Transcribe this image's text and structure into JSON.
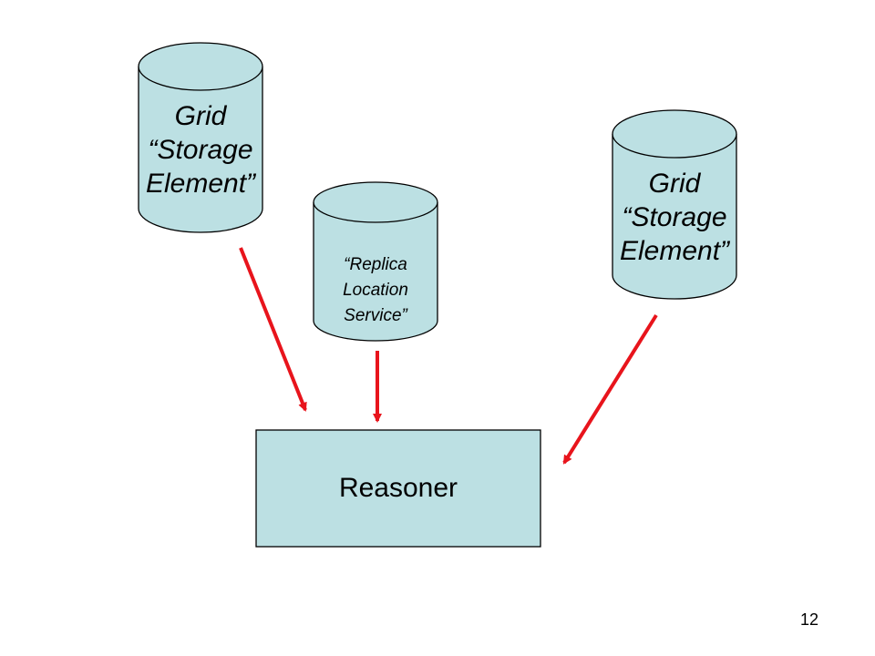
{
  "colors": {
    "fill": "#bce0e3",
    "stroke": "#000000",
    "arrow": "#e8141c",
    "background": "#ffffff"
  },
  "storage_left": {
    "line1": "Grid",
    "line2": "“Storage",
    "line3": "Element”"
  },
  "replica_service": {
    "line1": "“Replica",
    "line2": "Location",
    "line3": "Service”"
  },
  "storage_right": {
    "line1": "Grid",
    "line2": "“Storage",
    "line3": "Element”"
  },
  "reasoner": {
    "label": "Reasoner"
  },
  "page_number": "12"
}
